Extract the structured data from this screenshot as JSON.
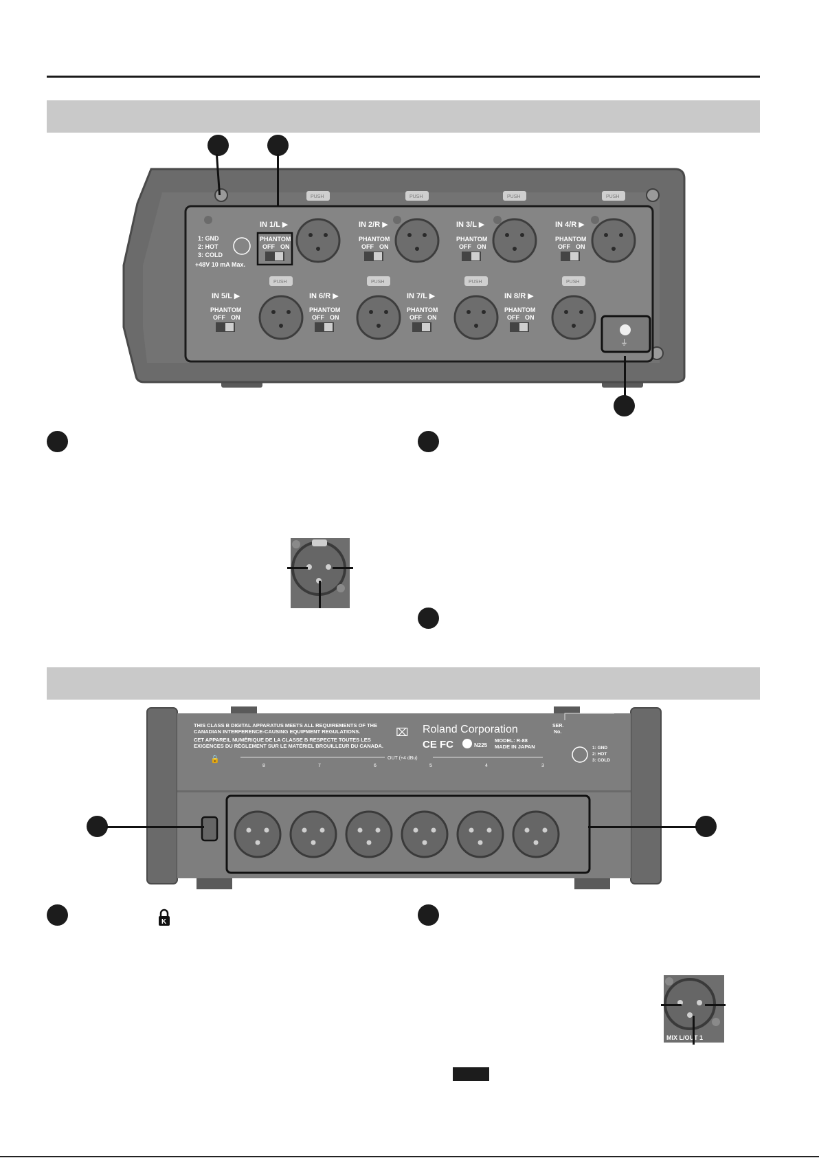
{
  "front_panel": {
    "pin_legend": [
      "1: GND",
      "2: HOT",
      "3: COLD"
    ],
    "phantom_spec": "+48V 10 mA Max.",
    "push_label": "PUSH",
    "phantom_label": "PHANTOM",
    "off_label": "OFF",
    "on_label": "ON",
    "inputs_row1": [
      "IN 1/L ▶",
      "IN 2/R ▶",
      "IN 3/L ▶",
      "IN 4/R ▶"
    ],
    "inputs_row2": [
      "IN 5/L ▶",
      "IN 6/R ▶",
      "IN 7/L ▶",
      "IN 8/R ▶"
    ]
  },
  "rear_panel": {
    "compliance_en": [
      "THIS CLASS B DIGITAL APPARATUS MEETS ALL REQUIREMENTS OF THE",
      "CANADIAN INTERFERENCE-CAUSING EQUIPMENT REGULATIONS."
    ],
    "compliance_fr": [
      "CET APPAREIL NUMÉRIQUE DE LA CLASSE B RESPECTE TOUTES LES",
      "EXIGENCES DU RÈGLEMENT SUR LE MATÉRIEL BROUILLEUR DU CANADA."
    ],
    "brand": "Roland Corporation",
    "cert_marks": "CE FC",
    "n_number": "N225",
    "model": "MODEL: R-88",
    "made_in": "MADE IN JAPAN",
    "serial_label": [
      "SER.",
      "No."
    ],
    "pin_legend": [
      "1: GND",
      "2: HOT",
      "3: COLD"
    ],
    "out_label": "OUT (+4 dBu)",
    "out_numbers": [
      "8",
      "7",
      "6",
      "5",
      "4",
      "3"
    ]
  },
  "mix_detail": {
    "label": "MIX L/OUT 1"
  },
  "colors": {
    "device_body": "#6e6e6e",
    "panel_face": "#8a8a8a",
    "band_gray": "#c9c9c9",
    "bullet": "#1c1c1c"
  }
}
